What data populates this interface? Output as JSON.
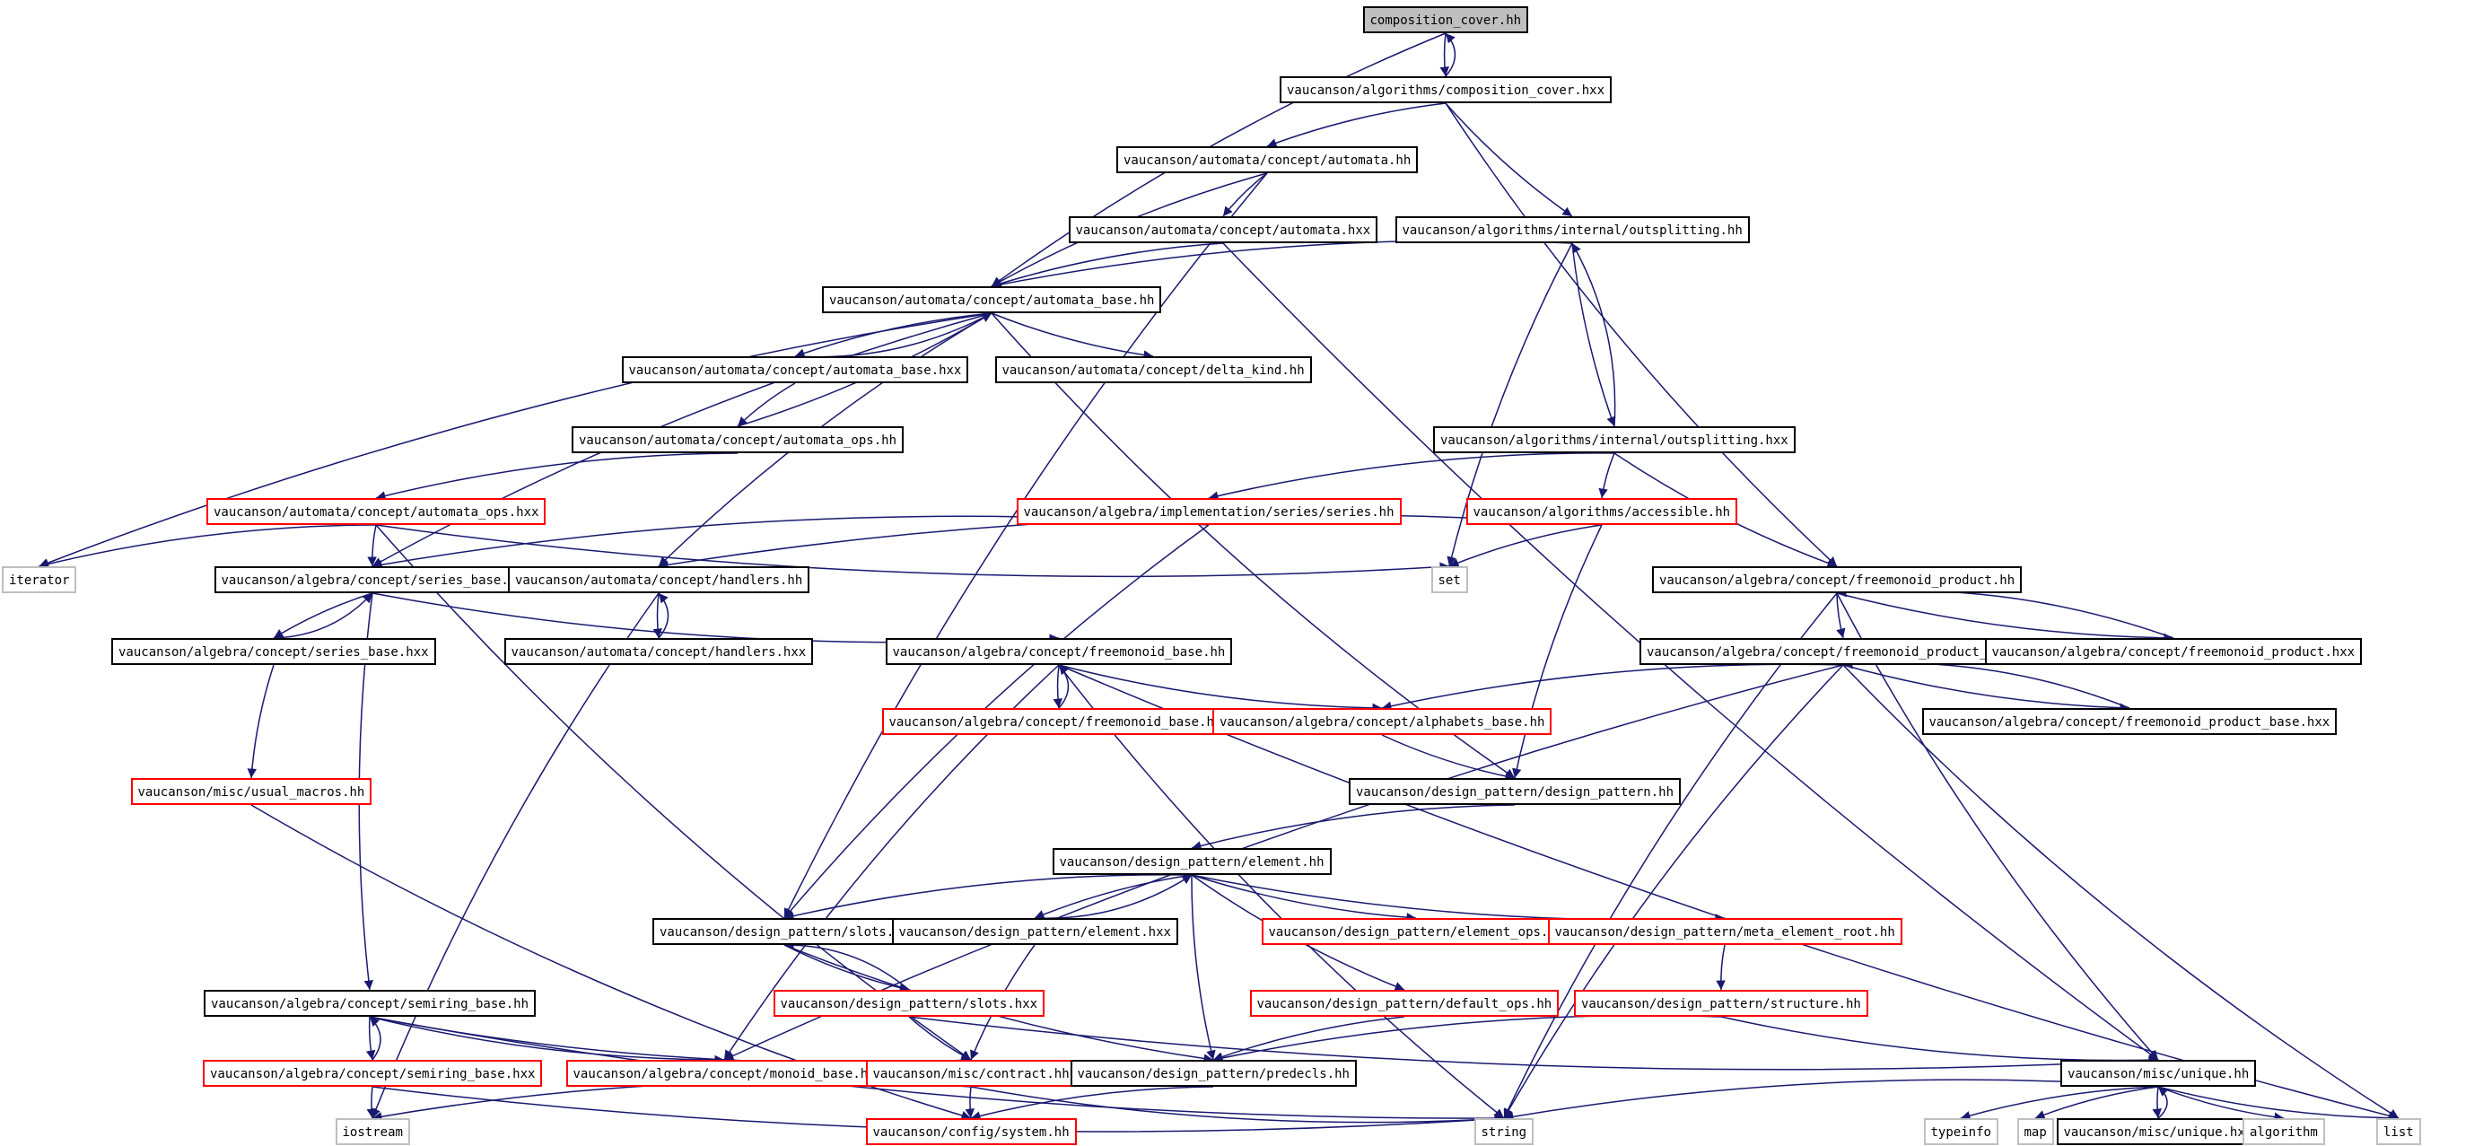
{
  "graph": {
    "nodes": [
      {
        "id": "root",
        "label": "composition_cover.hh",
        "kind": "root"
      },
      {
        "id": "cc_hxx",
        "label": "vaucanson/algorithms/composition_cover.hxx",
        "kind": "black"
      },
      {
        "id": "automata_hh",
        "label": "vaucanson/automata/concept/automata.hh",
        "kind": "black"
      },
      {
        "id": "automata_hxx",
        "label": "vaucanson/automata/concept/automata.hxx",
        "kind": "black"
      },
      {
        "id": "outsplit_hh",
        "label": "vaucanson/algorithms/internal/outsplitting.hh",
        "kind": "black"
      },
      {
        "id": "ab_hh",
        "label": "vaucanson/automata/concept/automata_base.hh",
        "kind": "black"
      },
      {
        "id": "ab_hxx",
        "label": "vaucanson/automata/concept/automata_base.hxx",
        "kind": "black"
      },
      {
        "id": "delta_kind",
        "label": "vaucanson/automata/concept/delta_kind.hh",
        "kind": "black"
      },
      {
        "id": "aops_hh",
        "label": "vaucanson/automata/concept/automata_ops.hh",
        "kind": "black"
      },
      {
        "id": "outsplit_hxx",
        "label": "vaucanson/algorithms/internal/outsplitting.hxx",
        "kind": "black"
      },
      {
        "id": "aops_hxx",
        "label": "vaucanson/automata/concept/automata_ops.hxx",
        "kind": "red"
      },
      {
        "id": "series_impl",
        "label": "vaucanson/algebra/implementation/series/series.hh",
        "kind": "red"
      },
      {
        "id": "accessible",
        "label": "vaucanson/algorithms/accessible.hh",
        "kind": "red"
      },
      {
        "id": "iterator",
        "label": "iterator",
        "kind": "gray"
      },
      {
        "id": "sb_hh",
        "label": "vaucanson/algebra/concept/series_base.hh",
        "kind": "black"
      },
      {
        "id": "handlers_hh",
        "label": "vaucanson/automata/concept/handlers.hh",
        "kind": "black"
      },
      {
        "id": "set",
        "label": "set",
        "kind": "gray"
      },
      {
        "id": "fmp_hh",
        "label": "vaucanson/algebra/concept/freemonoid_product.hh",
        "kind": "black"
      },
      {
        "id": "sb_hxx",
        "label": "vaucanson/algebra/concept/series_base.hxx",
        "kind": "black"
      },
      {
        "id": "handlers_hxx",
        "label": "vaucanson/automata/concept/handlers.hxx",
        "kind": "black"
      },
      {
        "id": "fmb_hh",
        "label": "vaucanson/algebra/concept/freemonoid_base.hh",
        "kind": "black"
      },
      {
        "id": "fmpb_hh",
        "label": "vaucanson/algebra/concept/freemonoid_product_base.hh",
        "kind": "black"
      },
      {
        "id": "fmp_hxx",
        "label": "vaucanson/algebra/concept/freemonoid_product.hxx",
        "kind": "black"
      },
      {
        "id": "fmb_hxx",
        "label": "vaucanson/algebra/concept/freemonoid_base.hxx",
        "kind": "red"
      },
      {
        "id": "alpha",
        "label": "vaucanson/algebra/concept/alphabets_base.hh",
        "kind": "red"
      },
      {
        "id": "fmpb_hxx",
        "label": "vaucanson/algebra/concept/freemonoid_product_base.hxx",
        "kind": "black"
      },
      {
        "id": "usual",
        "label": "vaucanson/misc/usual_macros.hh",
        "kind": "red"
      },
      {
        "id": "dp_hh",
        "label": "vaucanson/design_pattern/design_pattern.hh",
        "kind": "black"
      },
      {
        "id": "elem_hh",
        "label": "vaucanson/design_pattern/element.hh",
        "kind": "black"
      },
      {
        "id": "slots_hh",
        "label": "vaucanson/design_pattern/slots.hh",
        "kind": "black"
      },
      {
        "id": "elem_hxx",
        "label": "vaucanson/design_pattern/element.hxx",
        "kind": "black"
      },
      {
        "id": "elem_ops",
        "label": "vaucanson/design_pattern/element_ops.hh",
        "kind": "red"
      },
      {
        "id": "meta",
        "label": "vaucanson/design_pattern/meta_element_root.hh",
        "kind": "red"
      },
      {
        "id": "semi_hh",
        "label": "vaucanson/algebra/concept/semiring_base.hh",
        "kind": "black"
      },
      {
        "id": "slots_hxx",
        "label": "vaucanson/design_pattern/slots.hxx",
        "kind": "red"
      },
      {
        "id": "def_ops",
        "label": "vaucanson/design_pattern/default_ops.hh",
        "kind": "red"
      },
      {
        "id": "structure",
        "label": "vaucanson/design_pattern/structure.hh",
        "kind": "red"
      },
      {
        "id": "semi_hxx",
        "label": "vaucanson/algebra/concept/semiring_base.hxx",
        "kind": "red"
      },
      {
        "id": "monoid",
        "label": "vaucanson/algebra/concept/monoid_base.hh",
        "kind": "red"
      },
      {
        "id": "contract",
        "label": "vaucanson/misc/contract.hh",
        "kind": "red"
      },
      {
        "id": "predecls",
        "label": "vaucanson/design_pattern/predecls.hh",
        "kind": "black"
      },
      {
        "id": "unique_hh",
        "label": "vaucanson/misc/unique.hh",
        "kind": "black"
      },
      {
        "id": "iostream",
        "label": "iostream",
        "kind": "gray"
      },
      {
        "id": "system",
        "label": "vaucanson/config/system.hh",
        "kind": "red"
      },
      {
        "id": "string",
        "label": "string",
        "kind": "gray"
      },
      {
        "id": "typeinfo",
        "label": "typeinfo",
        "kind": "gray"
      },
      {
        "id": "map",
        "label": "map",
        "kind": "gray"
      },
      {
        "id": "unique_hxx",
        "label": "vaucanson/misc/unique.hxx",
        "kind": "black"
      },
      {
        "id": "algorithm",
        "label": "algorithm",
        "kind": "gray"
      },
      {
        "id": "list",
        "label": "list",
        "kind": "gray"
      }
    ],
    "edges": [
      [
        "root",
        "cc_hxx"
      ],
      [
        "cc_hxx",
        "root"
      ],
      [
        "root",
        "ab_hh"
      ],
      [
        "cc_hxx",
        "automata_hh"
      ],
      [
        "cc_hxx",
        "outsplit_hh"
      ],
      [
        "cc_hxx",
        "fmp_hh"
      ],
      [
        "automata_hh",
        "automata_hxx"
      ],
      [
        "automata_hh",
        "ab_hh"
      ],
      [
        "automata_hh",
        "slots_hh"
      ],
      [
        "automata_hxx",
        "ab_hh"
      ],
      [
        "automata_hxx",
        "unique_hh"
      ],
      [
        "outsplit_hh",
        "ab_hh"
      ],
      [
        "outsplit_hh",
        "outsplit_hxx"
      ],
      [
        "outsplit_hh",
        "set"
      ],
      [
        "outsplit_hxx",
        "outsplit_hh"
      ],
      [
        "ab_hh",
        "ab_hxx"
      ],
      [
        "ab_hxx",
        "ab_hh"
      ],
      [
        "ab_hh",
        "delta_kind"
      ],
      [
        "ab_hh",
        "iterator"
      ],
      [
        "ab_hh",
        "sb_hh"
      ],
      [
        "ab_hh",
        "handlers_hh"
      ],
      [
        "ab_hh",
        "dp_hh"
      ],
      [
        "aops_hh",
        "ab_hh"
      ],
      [
        "ab_hxx",
        "aops_hh"
      ],
      [
        "aops_hh",
        "aops_hxx"
      ],
      [
        "aops_hxx",
        "iterator"
      ],
      [
        "aops_hxx",
        "set"
      ],
      [
        "aops_hxx",
        "sb_hh"
      ],
      [
        "aops_hxx",
        "contract"
      ],
      [
        "outsplit_hxx",
        "series_impl"
      ],
      [
        "outsplit_hxx",
        "accessible"
      ],
      [
        "outsplit_hxx",
        "fmp_hh"
      ],
      [
        "series_impl",
        "sb_hh"
      ],
      [
        "series_impl",
        "slots_hh"
      ],
      [
        "accessible",
        "set"
      ],
      [
        "accessible",
        "handlers_hh"
      ],
      [
        "accessible",
        "dp_hh"
      ],
      [
        "sb_hh",
        "sb_hxx"
      ],
      [
        "sb_hxx",
        "sb_hh"
      ],
      [
        "sb_hh",
        "fmb_hh"
      ],
      [
        "sb_hh",
        "semi_hh"
      ],
      [
        "sb_hxx",
        "usual"
      ],
      [
        "handlers_hh",
        "handlers_hxx"
      ],
      [
        "handlers_hxx",
        "handlers_hh"
      ],
      [
        "handlers_hh",
        "iostream"
      ],
      [
        "fmp_hh",
        "fmpb_hh"
      ],
      [
        "fmp_hh",
        "fmp_hxx"
      ],
      [
        "fmp_hxx",
        "fmp_hh"
      ],
      [
        "fmp_hh",
        "unique_hh"
      ],
      [
        "fmp_hh",
        "string"
      ],
      [
        "fmb_hh",
        "fmb_hxx"
      ],
      [
        "fmb_hxx",
        "fmb_hh"
      ],
      [
        "fmb_hh",
        "alpha"
      ],
      [
        "fmb_hh",
        "monoid"
      ],
      [
        "fmb_hh",
        "list"
      ],
      [
        "fmb_hh",
        "string"
      ],
      [
        "fmpb_hh",
        "fmpb_hxx"
      ],
      [
        "fmpb_hxx",
        "fmpb_hh"
      ],
      [
        "fmpb_hh",
        "alpha"
      ],
      [
        "fmpb_hh",
        "string"
      ],
      [
        "fmpb_hh",
        "list"
      ],
      [
        "fmpb_hh",
        "monoid"
      ],
      [
        "alpha",
        "dp_hh"
      ],
      [
        "usual",
        "system"
      ],
      [
        "dp_hh",
        "elem_hh"
      ],
      [
        "elem_hh",
        "slots_hh"
      ],
      [
        "elem_hh",
        "elem_hxx"
      ],
      [
        "elem_hxx",
        "elem_hh"
      ],
      [
        "elem_hh",
        "elem_ops"
      ],
      [
        "elem_hh",
        "meta"
      ],
      [
        "elem_hh",
        "def_ops"
      ],
      [
        "elem_hh",
        "predecls"
      ],
      [
        "slots_hh",
        "slots_hxx"
      ],
      [
        "slots_hxx",
        "slots_hh"
      ],
      [
        "slots_hh",
        "predecls"
      ],
      [
        "elem_hxx",
        "contract"
      ],
      [
        "meta",
        "structure"
      ],
      [
        "def_ops",
        "predecls"
      ],
      [
        "structure",
        "predecls"
      ],
      [
        "structure",
        "unique_hh"
      ],
      [
        "slots_hxx",
        "contract"
      ],
      [
        "slots_hxx",
        "unique_hh"
      ],
      [
        "semi_hh",
        "semi_hxx"
      ],
      [
        "semi_hxx",
        "semi_hh"
      ],
      [
        "semi_hh",
        "monoid"
      ],
      [
        "semi_hh",
        "contract"
      ],
      [
        "semi_hh",
        "string"
      ],
      [
        "semi_hxx",
        "iostream"
      ],
      [
        "semi_hxx",
        "string"
      ],
      [
        "contract",
        "system"
      ],
      [
        "contract",
        "iostream"
      ],
      [
        "contract",
        "string"
      ],
      [
        "predecls",
        "system"
      ],
      [
        "unique_hh",
        "typeinfo"
      ],
      [
        "unique_hh",
        "map"
      ],
      [
        "unique_hh",
        "unique_hxx"
      ],
      [
        "unique_hxx",
        "unique_hh"
      ],
      [
        "unique_hh",
        "algorithm"
      ],
      [
        "unique_hh",
        "list"
      ],
      [
        "unique_hh",
        "string"
      ]
    ]
  }
}
